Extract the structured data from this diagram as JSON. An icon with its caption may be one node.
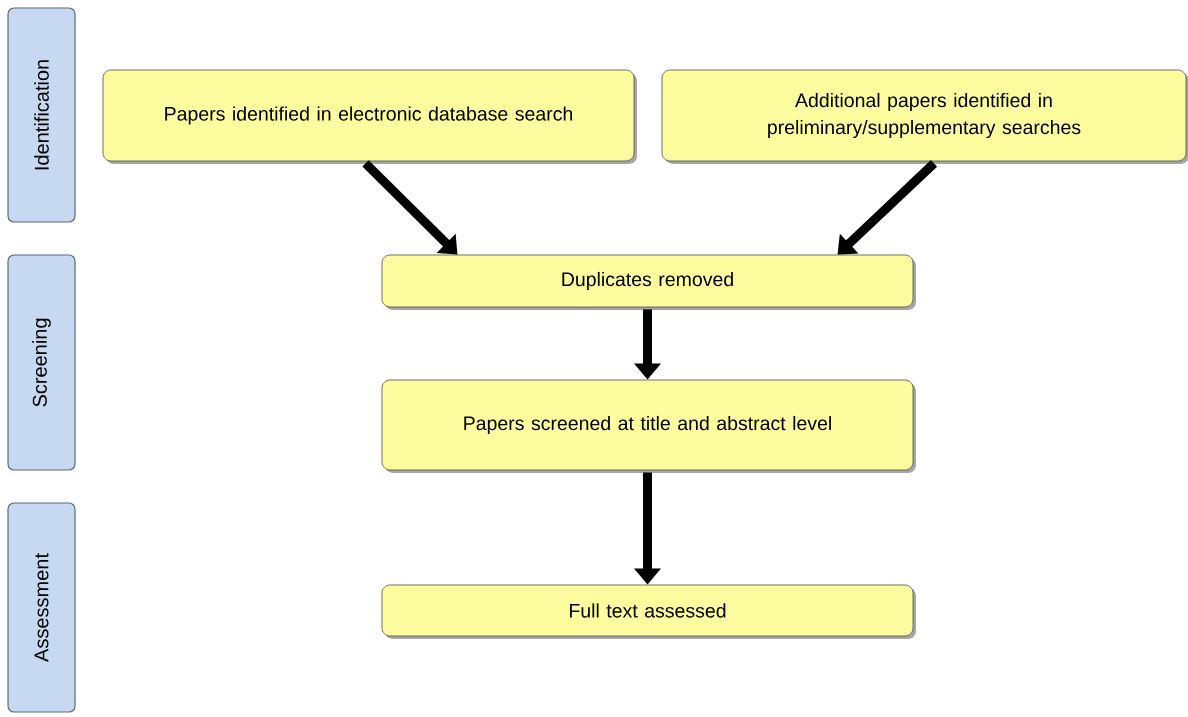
{
  "diagram": {
    "nodes": [
      {
        "text": [
          "Identification"
        ]
      },
      {
        "text": [
          "Screening"
        ]
      },
      {
        "text": [
          "Assessment"
        ]
      },
      {
        "text": [
          "Papers identified in electronic database search"
        ]
      },
      {
        "text": [
          "Additional papers identified in preliminary/supplementary searches"
        ]
      },
      {
        "text": [
          "Duplicates removed"
        ]
      },
      {
        "text": [
          "Papers screened at title and abstract level"
        ]
      },
      {
        "text": [
          "Full text assessed"
        ]
      }
    ],
    "edges": [
      {
        "from": 3,
        "to": 5,
        "arrow": "to"
      },
      {
        "from": 4,
        "to": 5,
        "arrow": "to"
      },
      {
        "from": 5,
        "to": 6,
        "arrow": "to"
      },
      {
        "from": 6,
        "to": 7,
        "arrow": "to"
      }
    ]
  }
}
